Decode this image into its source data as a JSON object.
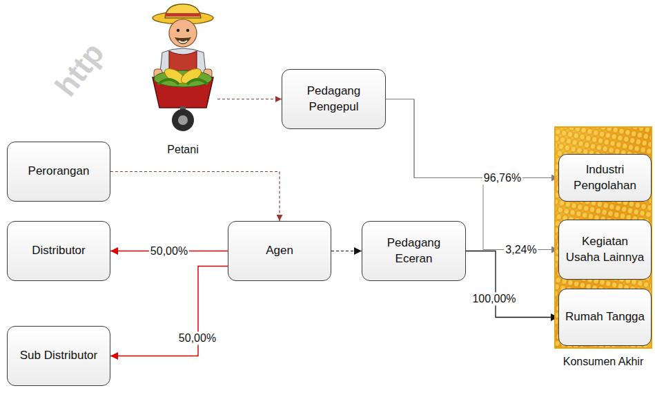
{
  "diagram": {
    "nodes": [
      {
        "text": [
          "Petani"
        ]
      },
      {
        "text": [
          "Pedagang Pengepul"
        ]
      },
      {
        "text": [
          "Konsumen Akhir"
        ]
      },
      {
        "text": [
          "Industri Pengolahan"
        ],
        "in": 2
      },
      {
        "text": [
          "Kegiatan Usaha Lainnya"
        ],
        "in": 2
      },
      {
        "text": [
          "Rumah Tangga"
        ],
        "in": 2
      },
      {
        "text": [
          "Perorangan"
        ]
      },
      {
        "text": [
          "Distributor"
        ]
      },
      {
        "text": [
          "Agen"
        ]
      },
      {
        "text": [
          "Pedagang Eceran"
        ]
      },
      {
        "text": [
          "Sub Distributor"
        ]
      }
    ],
    "edges": [
      {
        "from": 0,
        "to": 1,
        "arrow": "to"
      },
      {
        "from": 1,
        "to": 3,
        "arrow": "to",
        "label": "96,76%"
      },
      {
        "from": 1,
        "to": 4,
        "arrow": "to",
        "label": "3,24%"
      },
      {
        "from": 6,
        "to": 8,
        "arrow": "to"
      },
      {
        "from": 8,
        "to": 7,
        "arrow": "to",
        "label": "50,00%"
      },
      {
        "from": 8,
        "to": 10,
        "arrow": "to",
        "label": "50,00%"
      },
      {
        "from": 8,
        "to": 9,
        "arrow": "to"
      },
      {
        "from": 9,
        "to": 5,
        "arrow": "to",
        "label": "100,00%"
      }
    ],
    "labels": [
      "http"
    ]
  }
}
